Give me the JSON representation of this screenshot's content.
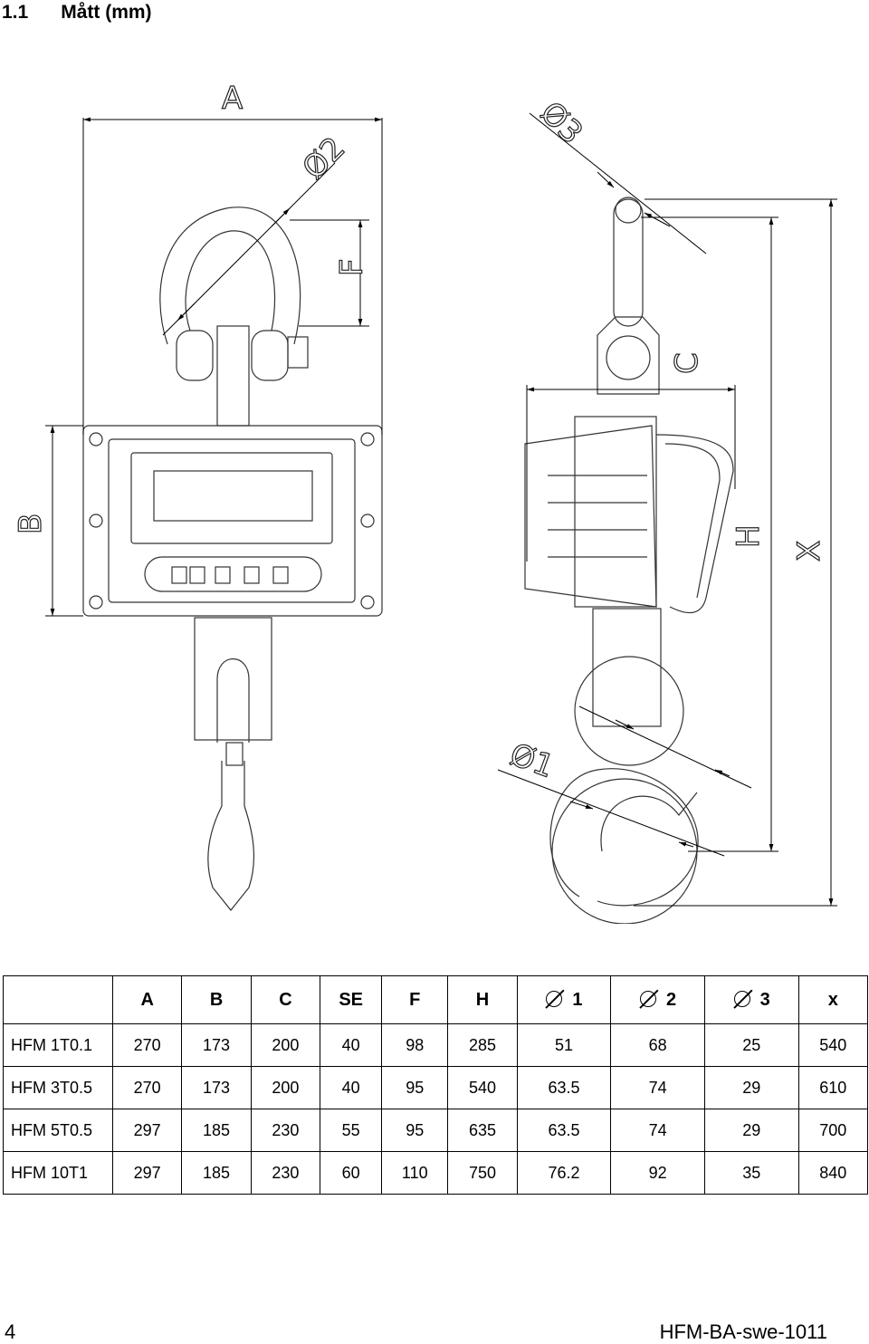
{
  "section": {
    "number": "1.1",
    "title": "Mått (mm)"
  },
  "drawing": {
    "labels": {
      "a": "A",
      "b": "B",
      "c": "C",
      "f": "F",
      "h": "H",
      "x": "X",
      "d1": "Ø1",
      "d2": "Ø2",
      "d3": "Ø3"
    }
  },
  "table": {
    "headers": [
      "",
      "A",
      "B",
      "C",
      "SE",
      "F",
      "H",
      "1",
      "2",
      "3",
      "x"
    ],
    "rows": [
      [
        "HFM 1T0.1",
        "270",
        "173",
        "200",
        "40",
        "98",
        "285",
        "51",
        "68",
        "25",
        "540"
      ],
      [
        "HFM 3T0.5",
        "270",
        "173",
        "200",
        "40",
        "95",
        "540",
        "63.5",
        "74",
        "29",
        "610"
      ],
      [
        "HFM 5T0.5",
        "297",
        "185",
        "230",
        "55",
        "95",
        "635",
        "63.5",
        "74",
        "29",
        "700"
      ],
      [
        "HFM 10T1",
        "297",
        "185",
        "230",
        "60",
        "110",
        "750",
        "76.2",
        "92",
        "35",
        "840"
      ]
    ]
  },
  "footer": {
    "page": "4",
    "doc_id": "HFM-BA-swe-1011"
  }
}
